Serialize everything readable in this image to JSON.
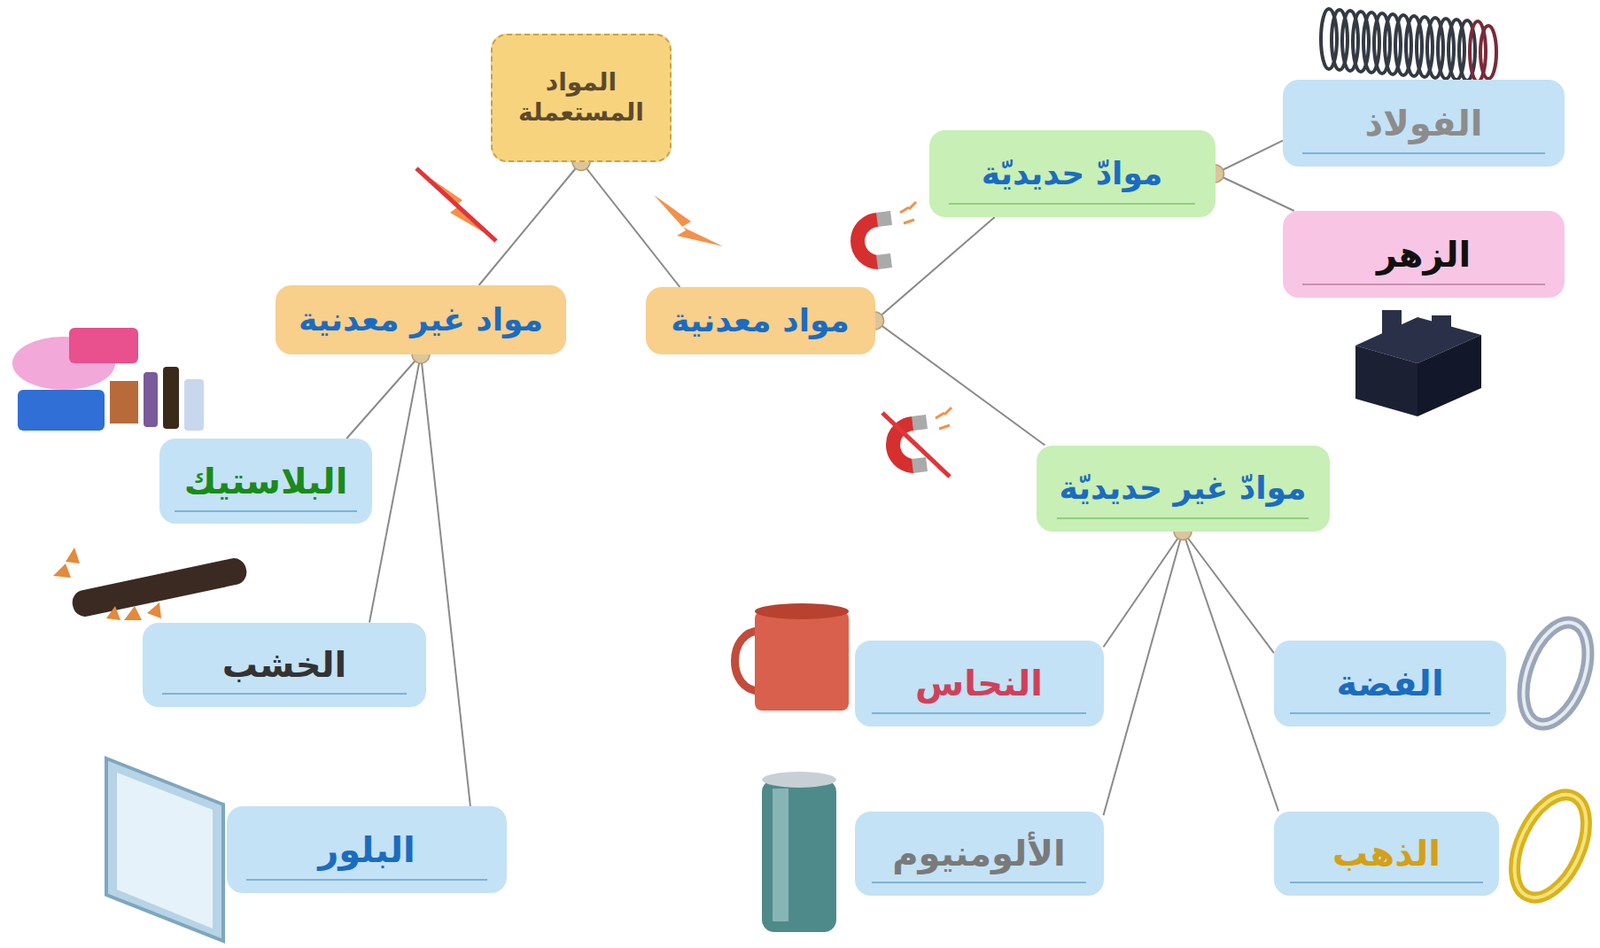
{
  "diagram": {
    "nodes": [
      {
        "text": [
          "المواد المستعملة"
        ]
      },
      {
        "text": [
          "مواد معدنية"
        ]
      },
      {
        "text": [
          "مواد غير معدنية"
        ]
      },
      {
        "text": [
          "موادّ حديديّة"
        ]
      },
      {
        "text": [
          "موادّ غير حديديّة"
        ]
      },
      {
        "text": [
          "الفولاذ"
        ]
      },
      {
        "text": [
          "الزهر"
        ]
      },
      {
        "text": [
          "الفضة"
        ]
      },
      {
        "text": [
          "النحاس"
        ]
      },
      {
        "text": [
          "الذهب"
        ]
      },
      {
        "text": [
          "الألومنيوم"
        ]
      },
      {
        "text": [
          "البلاستيك"
        ]
      },
      {
        "text": [
          "الخشب"
        ]
      },
      {
        "text": [
          "البلور"
        ]
      }
    ],
    "edges": [
      {
        "from": 0,
        "to": 1,
        "arrow": "none"
      },
      {
        "from": 0,
        "to": 2,
        "arrow": "none"
      },
      {
        "from": 1,
        "to": 3,
        "arrow": "none"
      },
      {
        "from": 1,
        "to": 4,
        "arrow": "none"
      },
      {
        "from": 3,
        "to": 5,
        "arrow": "none"
      },
      {
        "from": 3,
        "to": 6,
        "arrow": "none"
      },
      {
        "from": 4,
        "to": 7,
        "arrow": "none"
      },
      {
        "from": 4,
        "to": 8,
        "arrow": "none"
      },
      {
        "from": 4,
        "to": 9,
        "arrow": "none"
      },
      {
        "from": 4,
        "to": 10,
        "arrow": "none"
      },
      {
        "from": 2,
        "to": 11,
        "arrow": "none"
      },
      {
        "from": 2,
        "to": 12,
        "arrow": "none"
      },
      {
        "from": 2,
        "to": 13,
        "arrow": "none"
      }
    ]
  }
}
